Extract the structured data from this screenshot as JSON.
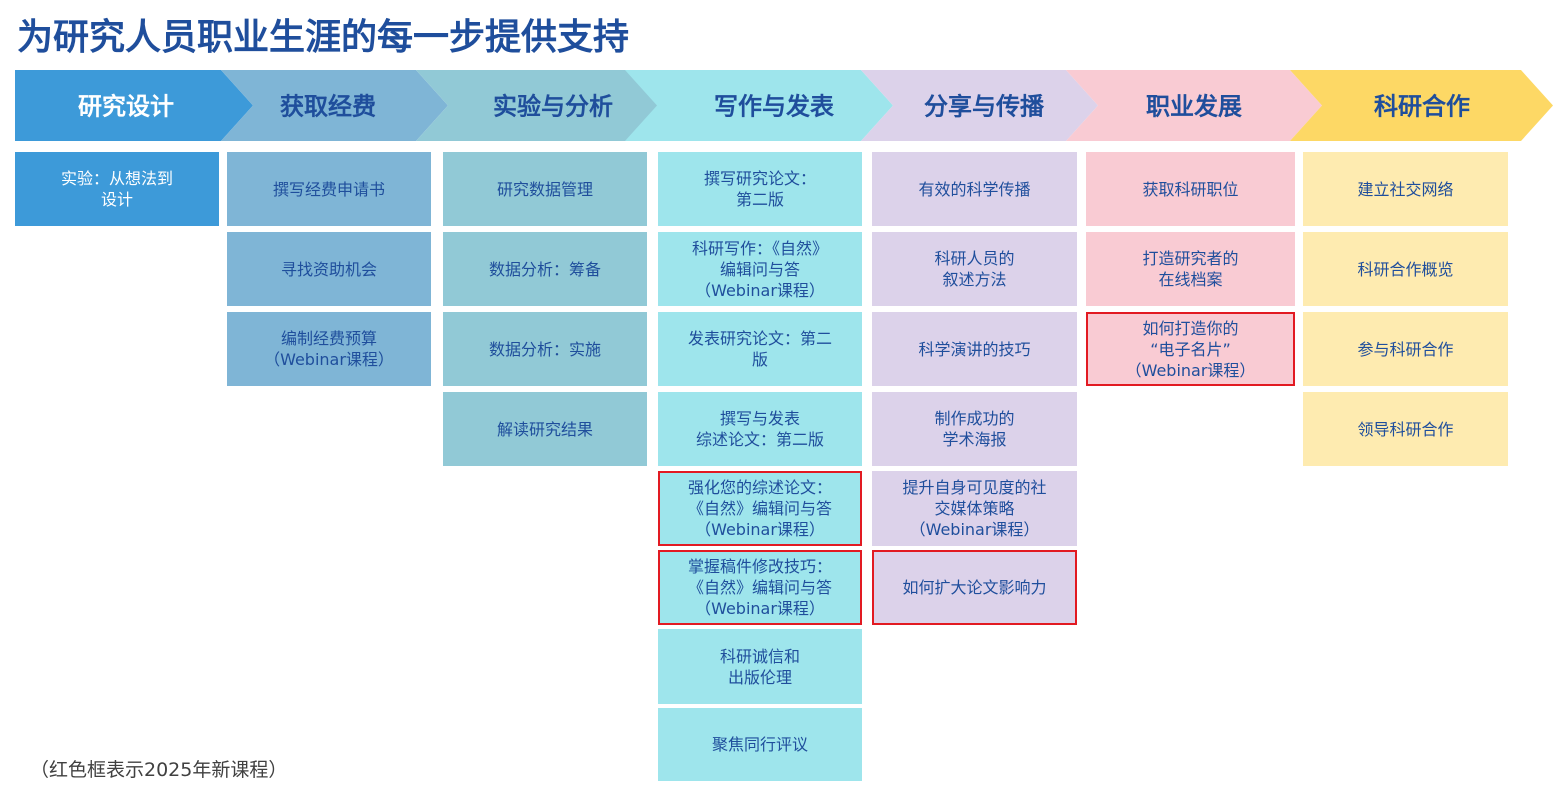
{
  "title": "为研究人员职业生涯的每一步提供支持",
  "footnote": "（红色框表示2025年新课程）",
  "stages": [
    {
      "label": "研究设计",
      "color": "#3d9ad9",
      "label_color": "#ffffff",
      "cell_color": "#3d9ad9",
      "cell_text_color": "#ffffff",
      "courses": [
        {
          "text": "实验：从想法到\n设计",
          "new": false
        }
      ]
    },
    {
      "label": "获取经费",
      "color": "#7fb5d6",
      "label_color": "#1f4e9c",
      "cell_color": "#7fb5d6",
      "cell_text_color": "#1f4e9c",
      "courses": [
        {
          "text": "撰写经费申请书",
          "new": false
        },
        {
          "text": "寻找资助机会",
          "new": false
        },
        {
          "text": "编制经费预算\n（Webinar课程）",
          "new": false
        }
      ]
    },
    {
      "label": "实验与分析",
      "color": "#91c9d6",
      "label_color": "#1f4e9c",
      "cell_color": "#91c9d6",
      "cell_text_color": "#1f4e9c",
      "courses": [
        {
          "text": "研究数据管理",
          "new": false
        },
        {
          "text": "数据分析：筹备",
          "new": false
        },
        {
          "text": "数据分析：实施",
          "new": false
        },
        {
          "text": "解读研究结果",
          "new": false
        }
      ]
    },
    {
      "label": "写作与发表",
      "color": "#9ee5ec",
      "label_color": "#1f4e9c",
      "cell_color": "#9ee5ec",
      "cell_text_color": "#1f4e9c",
      "courses": [
        {
          "text": "撰写研究论文：\n第二版",
          "new": false
        },
        {
          "text": "科研写作：《自然》\n编辑问与答\n（Webinar课程）",
          "new": false
        },
        {
          "text": "发表研究论文：第二\n版",
          "new": false
        },
        {
          "text": "撰写与发表\n综述论文：第二版",
          "new": false
        },
        {
          "text": "强化您的综述论文：\n《自然》编辑问与答\n（Webinar课程）",
          "new": true
        },
        {
          "text": "掌握稿件修改技巧：\n《自然》编辑问与答\n（Webinar课程）",
          "new": true
        },
        {
          "text": "科研诚信和\n出版伦理",
          "new": false
        },
        {
          "text": "聚焦同行评议",
          "new": false
        }
      ]
    },
    {
      "label": "分享与传播",
      "color": "#dcd2ea",
      "label_color": "#1f4e9c",
      "cell_color": "#dcd2ea",
      "cell_text_color": "#1f4e9c",
      "courses": [
        {
          "text": "有效的科学传播",
          "new": false
        },
        {
          "text": "科研人员的\n叙述方法",
          "new": false
        },
        {
          "text": "科学演讲的技巧",
          "new": false
        },
        {
          "text": "制作成功的\n学术海报",
          "new": false
        },
        {
          "text": "提升自身可见度的社\n交媒体策略\n（Webinar课程）",
          "new": false
        },
        {
          "text": "如何扩大论文影响力",
          "new": true
        }
      ]
    },
    {
      "label": "职业发展",
      "color": "#f9cbd3",
      "label_color": "#1f4e9c",
      "cell_color": "#f9cbd3",
      "cell_text_color": "#1f4e9c",
      "courses": [
        {
          "text": "获取科研职位",
          "new": false
        },
        {
          "text": "打造研究者的\n在线档案",
          "new": false
        },
        {
          "text": "如何打造你的\n“电子名片”\n（Webinar课程）",
          "new": true
        }
      ]
    },
    {
      "label": "科研合作",
      "color": "#fdd865",
      "label_color": "#1f4e9c",
      "cell_color": "#feebb0",
      "cell_text_color": "#1f4e9c",
      "courses": [
        {
          "text": "建立社交网络",
          "new": false
        },
        {
          "text": "科研合作概览",
          "new": false
        },
        {
          "text": "参与科研合作",
          "new": false
        },
        {
          "text": "领导科研合作",
          "new": false
        }
      ]
    }
  ]
}
